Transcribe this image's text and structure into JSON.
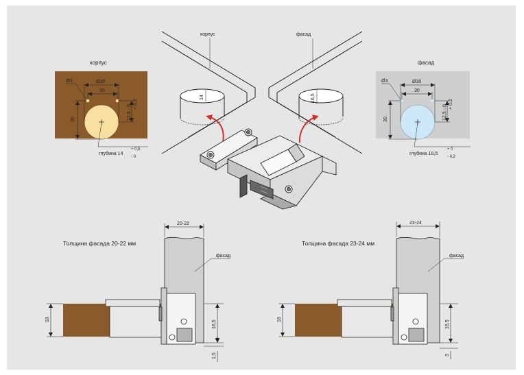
{
  "top_left": {
    "title": "корпус",
    "dia_small": "Ø3",
    "dia_large": "Ø35",
    "spacing": "30",
    "height": "30",
    "offset_tol": "+ 0,2",
    "offset_base": "12,6 - 0",
    "depth_label": "глубина 14",
    "depth_tol_top": "+ 0,5",
    "depth_tol_bot": "- 0",
    "panel_color": "#8b5a2b",
    "hole_color": "#f7e0a0"
  },
  "top_right": {
    "title": "фасад",
    "dia_small": "Ø3",
    "dia_large": "Ø35",
    "spacing": "30",
    "height": "30",
    "offset_tol": "+ 0,2",
    "offset_base": "12,5 - 0",
    "depth_label": "глубина 16,5",
    "depth_tol_top": "+ 0",
    "depth_tol_bot": "- 0,2",
    "panel_color": "#cfcfcf",
    "hole_color": "#cfe8f7"
  },
  "center": {
    "label_left": "корпус",
    "label_right": "фасад",
    "depth_left": "14",
    "depth_right": "16,5",
    "arrow_color": "#d0302a"
  },
  "bottom_left": {
    "title": "Толщина фасада 20-22 мм",
    "width_dim": "20-22",
    "facade_label": "фасад",
    "body_thickness": "18",
    "hinge_height": "16,5",
    "gap": "1,5"
  },
  "bottom_right": {
    "title": "Толщина фасада 23-24 мм",
    "width_dim": "23-24",
    "facade_label": "фасад",
    "body_thickness": "18",
    "hinge_height": "16,5",
    "gap": "3"
  }
}
